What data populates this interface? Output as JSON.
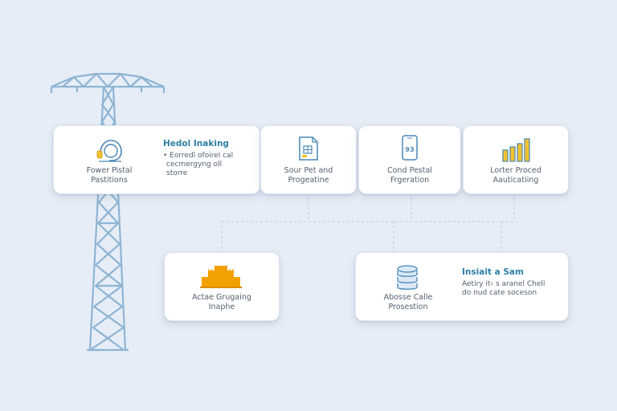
{
  "cards": {
    "power": {
      "caption_line1": "Fower Pistal",
      "caption_line2": "Pastitions"
    },
    "hedol": {
      "heading": "Hedol Inaking",
      "bullet_line1": "• Eorredl ofoirel cal",
      "bullet_line2": "cecmergyng oll",
      "bullet_line3": "storre"
    },
    "sour": {
      "caption_line1": "Sour Pet and",
      "caption_line2": "Progeatine"
    },
    "cond": {
      "caption_line1": "Cond Pestal",
      "caption_line2": "Frgeration"
    },
    "lorter": {
      "caption_line1": "Lorter Proced",
      "caption_line2": "Aauticatiing"
    },
    "actae": {
      "caption_line1": "Actae Grugaing",
      "caption_line2": "Inaphe"
    },
    "abosse": {
      "caption_line1": "Abosse Calle",
      "caption_line2": "Prosestion"
    },
    "insiait": {
      "heading": "Insiait a Sam",
      "body_line1": "Aetiry it‹ s aranel Chell",
      "body_line2": "do nud cate soceson"
    }
  },
  "icons": {
    "power": "headset-icon",
    "sour": "document-icon",
    "cond": "phone-icon",
    "lorter": "bar-chart-icon",
    "actae": "building-icon",
    "abosse": "database-icon"
  },
  "colors": {
    "background": "#e6edf6",
    "tower": "#8fb4d3",
    "accent_blue": "#4a86b5",
    "accent_orange": "#f2a100",
    "accent_yellow": "#f2c230",
    "heading_teal": "#2e7fa3"
  }
}
